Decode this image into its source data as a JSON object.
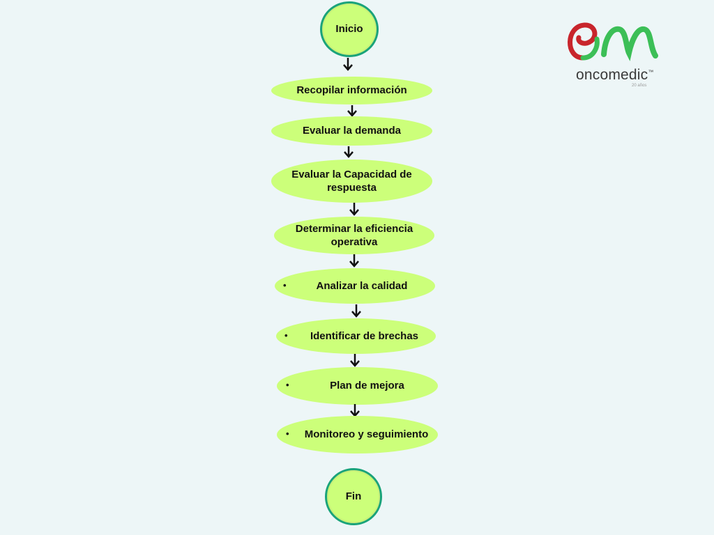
{
  "flowchart": {
    "start": "Inicio",
    "steps": [
      "Recopilar información",
      "Evaluar la demanda",
      "Evaluar la Capacidad de respuesta",
      "Determinar la eficiencia operativa",
      "Analizar la calidad",
      "Identificar de brechas",
      "Plan de mejora",
      "Monitoreo y seguimiento"
    ],
    "bullet": "•",
    "end": "Fin"
  },
  "logo": {
    "brand": "oncomedic",
    "trademark": "™",
    "tagline": "20 años"
  },
  "colors": {
    "background": "#edf6f7",
    "node_fill": "#ccff7a",
    "circle_border": "#1aa37a",
    "logo_green": "#3cbf57",
    "logo_red": "#c8252c"
  }
}
